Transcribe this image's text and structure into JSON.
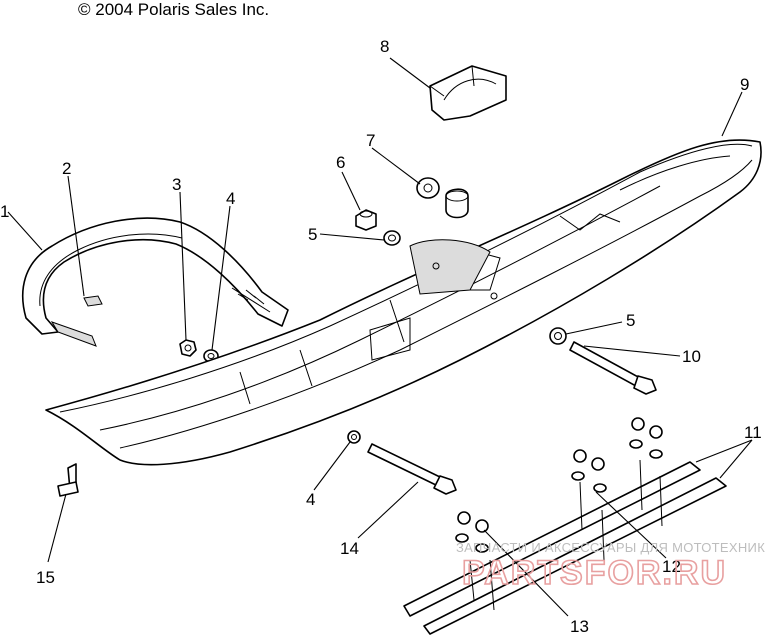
{
  "header": {
    "copyright": "© 2004 Polaris Sales Inc."
  },
  "callouts": {
    "c1": "1",
    "c2": "2",
    "c3": "3",
    "c4a": "4",
    "c4b": "4",
    "c5a": "5",
    "c5b": "5",
    "c6": "6",
    "c7": "7",
    "c8": "8",
    "c9": "9",
    "c10": "10",
    "c11": "11",
    "c12": "12",
    "c13": "13",
    "c14": "14",
    "c15": "15"
  },
  "watermark": {
    "tagline": "ЗАПЧАСТИ И АКСЕССУАРЫ ДЛЯ МОТОТЕХНИКИ",
    "brand": "PARTSFOR.RU"
  }
}
